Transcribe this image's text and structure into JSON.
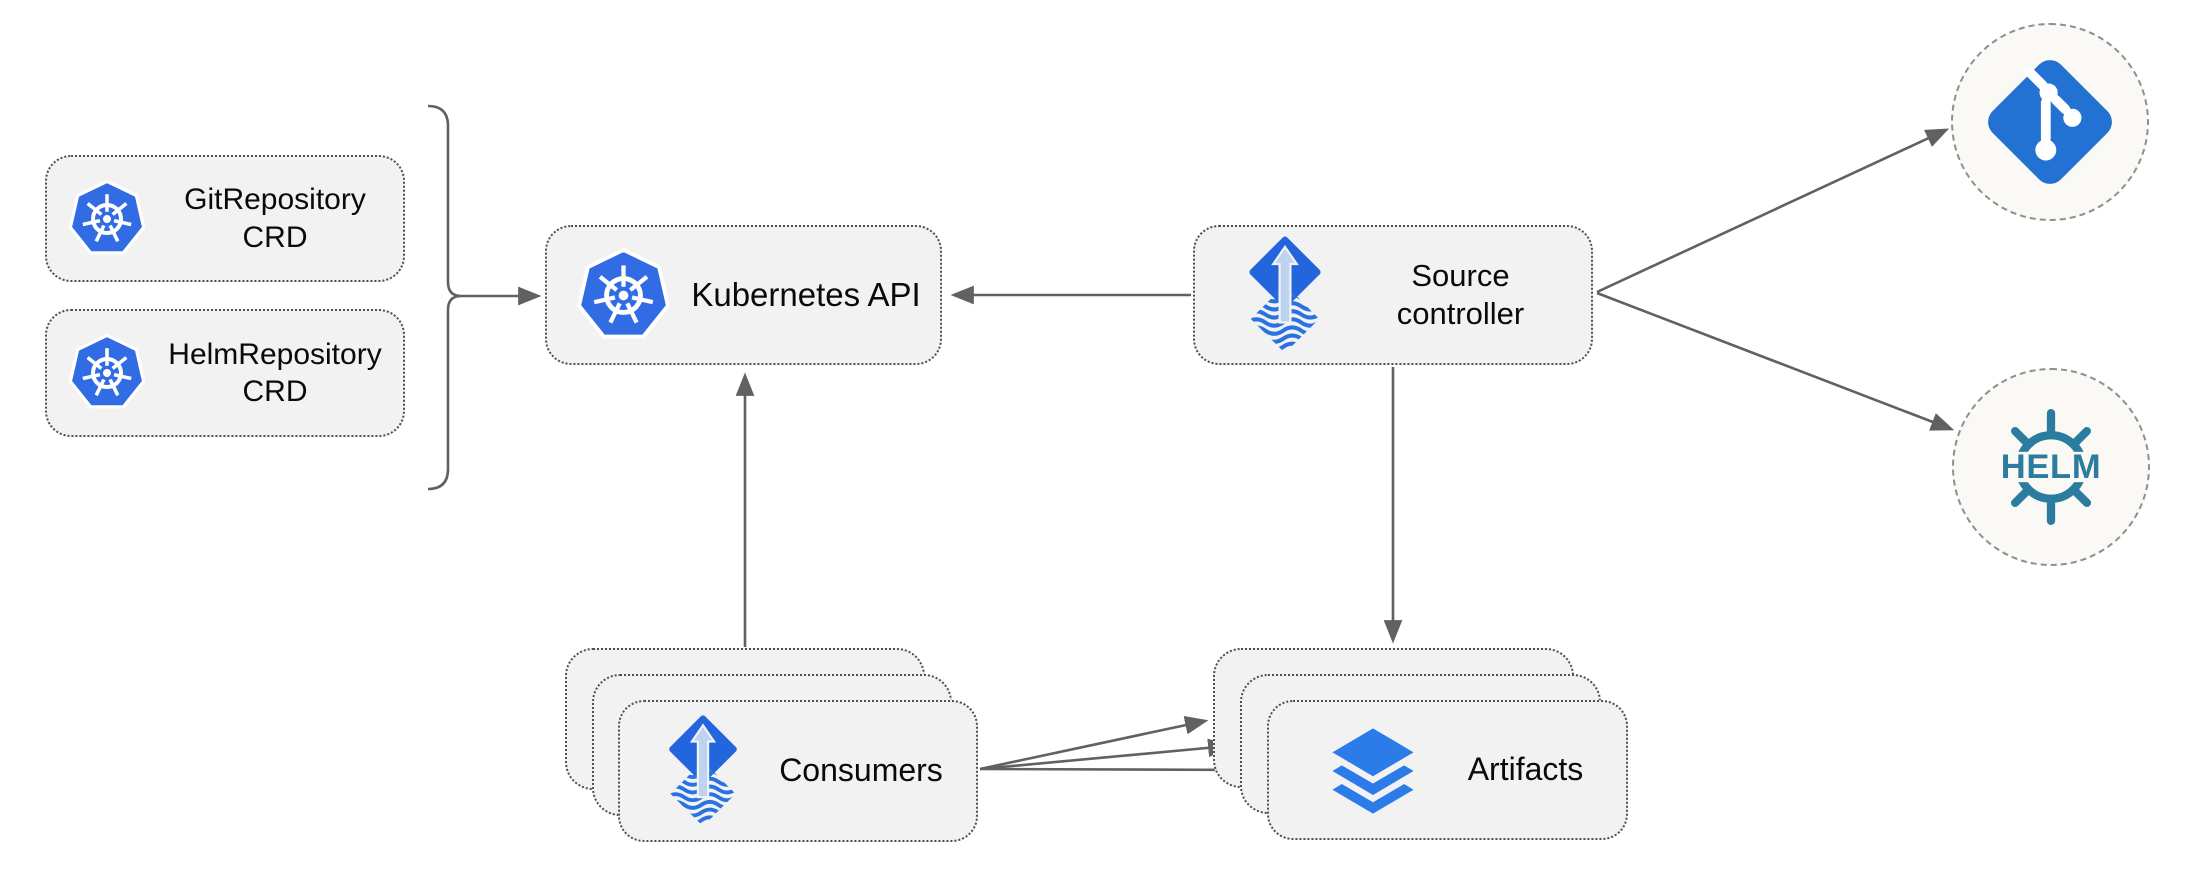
{
  "nodes": {
    "git_repository_crd": {
      "label": "GitRepository\nCRD",
      "icon": "kubernetes-icon"
    },
    "helm_repository_crd": {
      "label": "HelmRepository\nCRD",
      "icon": "kubernetes-icon"
    },
    "kubernetes_api": {
      "label": "Kubernetes API",
      "icon": "kubernetes-icon"
    },
    "source_controller": {
      "label": "Source\ncontroller",
      "icon": "flux-icon"
    },
    "consumers": {
      "label": "Consumers",
      "icon": "flux-icon",
      "stacked_count": 3
    },
    "artifacts": {
      "label": "Artifacts",
      "icon": "layers-icon",
      "stacked_count": 3
    },
    "git_remote": {
      "icon": "git-icon"
    },
    "helm_remote": {
      "icon": "helm-icon",
      "label": "HELM"
    }
  },
  "edges": [
    {
      "from": "git_repository_crd,helm_repository_crd",
      "to": "kubernetes_api",
      "via": "bracket",
      "arrow": "end"
    },
    {
      "from": "source_controller",
      "to": "kubernetes_api",
      "arrow": "end"
    },
    {
      "from": "consumers",
      "to": "kubernetes_api",
      "arrow": "end"
    },
    {
      "from": "source_controller",
      "to": "artifacts",
      "arrow": "end"
    },
    {
      "from": "source_controller",
      "to": "git_remote",
      "arrow": "end"
    },
    {
      "from": "source_controller",
      "to": "helm_remote",
      "arrow": "end"
    },
    {
      "from": "consumers",
      "to": "artifacts",
      "arrow": "end",
      "count": 3
    }
  ],
  "colors": {
    "kubernetes_blue": "#326ce5",
    "flux_blue": "#2265dc",
    "flux_arrow_light": "#bed3f0",
    "layers_blue": "#2b7ce9",
    "git_blue": "#2271d3",
    "helm_teal": "#2b7c9e",
    "arrow_gray": "#616161",
    "node_fill": "#f2f2f2",
    "node_border": "#4f4f4f",
    "endpoint_fill": "#faf9f5",
    "endpoint_border": "#8f8f8f"
  }
}
